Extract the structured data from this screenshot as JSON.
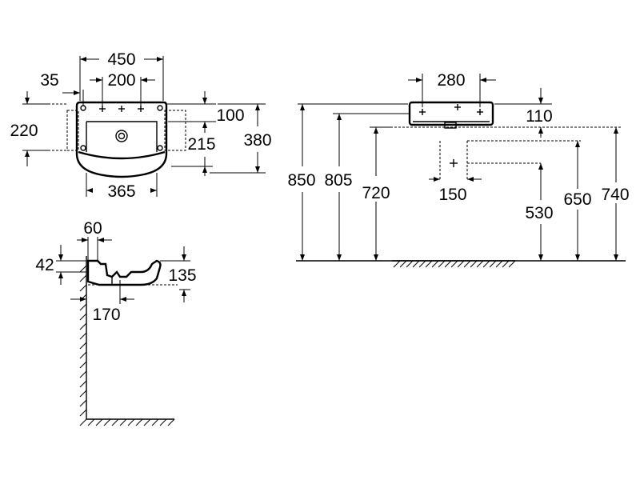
{
  "dimensions": {
    "top_view": {
      "overall_width": "450",
      "tap_hole_spacing": "200",
      "hole_offset_left": "35",
      "hole_offset_top": "100",
      "bracket_height": "220",
      "bracket_depth": "215",
      "overall_depth": "380",
      "bowl_width": "365"
    },
    "side_view": {
      "rim_projection": "60",
      "rim_height": "42",
      "basin_height": "135",
      "fixing_distance": "170"
    },
    "front_view": {
      "waste_spacing": "280",
      "basin_thickness": "110",
      "height_850": "850",
      "height_805": "805",
      "height_720": "720",
      "trap_offset": "150",
      "height_530": "530",
      "height_650": "650",
      "height_740": "740"
    }
  }
}
